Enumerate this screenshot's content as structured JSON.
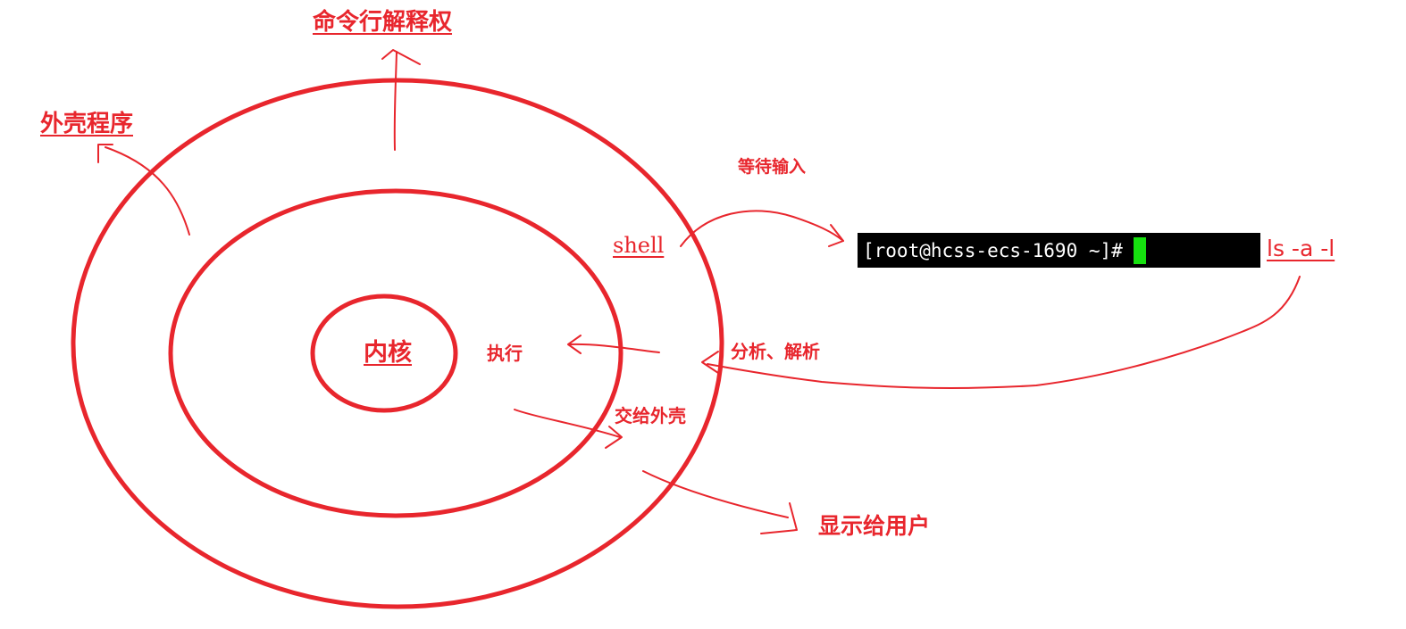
{
  "diagram": {
    "labels": {
      "command_title": "命令行解释权",
      "shell_program": "外壳程序",
      "wait_input": "等待输入",
      "shell": "shell",
      "ls_command": "ls -a -l",
      "kernel": "内核",
      "execute": "执行",
      "analyze": "分析、解析",
      "handover": "交给外壳",
      "display": "显示给用户"
    },
    "terminal": {
      "prompt": "[root@hcss-ecs-1690 ~]#"
    },
    "colors": {
      "ink": "#e8262d",
      "terminal_bg": "#000000",
      "terminal_text": "#ffffff",
      "cursor": "#16e10f"
    }
  }
}
